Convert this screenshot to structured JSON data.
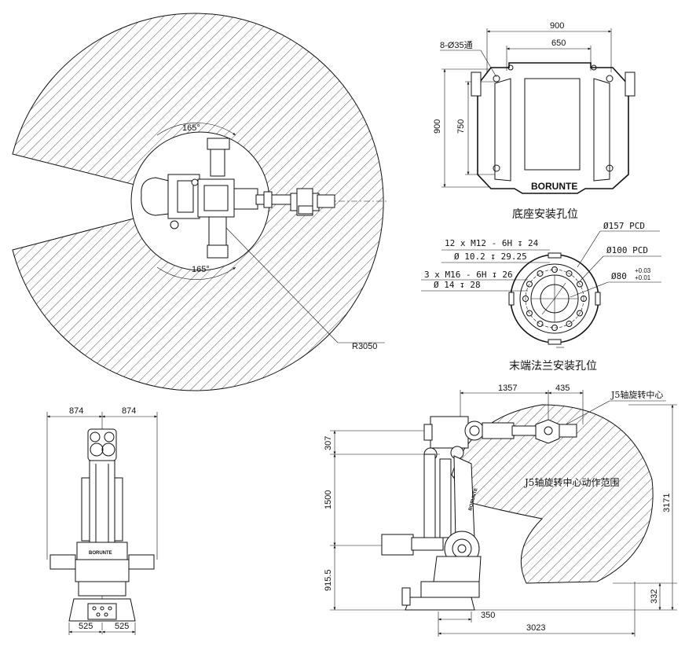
{
  "top_view": {
    "angle_upper": "165°",
    "angle_lower": "165°",
    "radius_label": "R3050"
  },
  "base_mount": {
    "hole_spec": "8-Ø35通",
    "dim_width_outer": "900",
    "dim_width_inner": "650",
    "dim_height_outer": "900",
    "dim_height_inner": "750",
    "brand": "BORUNTE",
    "caption": "底座安装孔位"
  },
  "flange_mount": {
    "spec_line1": "12 x  M12 - 6H ↧ 24",
    "spec_line2": "Ø 10.2 ↧ 29.25",
    "spec_line3": "3 x  M16 - 6H ↧ 26",
    "spec_line4": "Ø 14 ↧ 28",
    "pcd_outer": "Ø157 PCD",
    "pcd_inner": "Ø100 PCD",
    "bore": "Ø80",
    "tol_upper": "+0.03",
    "tol_lower": "+0.01",
    "caption": "末端法兰安装孔位"
  },
  "front_view": {
    "dim_left": "874",
    "dim_right": "874",
    "base_left": "525",
    "base_right": "525",
    "brand": "BORUNTE"
  },
  "side_view": {
    "dim_1357": "1357",
    "dim_435": "435",
    "j5_center_label": "J5轴旋转中心",
    "workspace_label": "J5轴旋转中心动作范围",
    "dim_307": "307",
    "dim_1500": "1500",
    "dim_915": "915.5",
    "dim_3171": "3171",
    "dim_332": "332",
    "dim_350": "350",
    "dim_3023": "3023",
    "brand": "BORUNTE"
  }
}
